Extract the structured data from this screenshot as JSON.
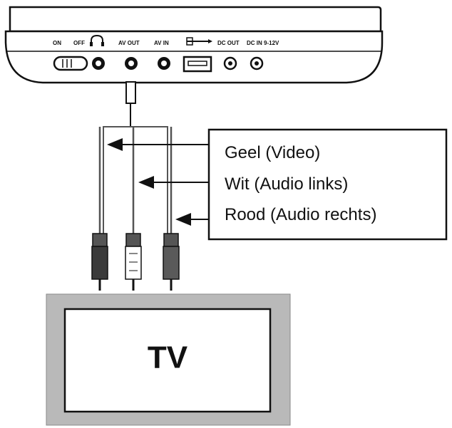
{
  "device": {
    "port_labels": {
      "on": "ON",
      "off": "OFF",
      "av_out": "AV OUT",
      "av_in": "AV IN",
      "dc_out": "DC OUT",
      "dc_in": "DC IN 9-12V"
    },
    "icons": [
      "power-switch-icon",
      "headphone-icon",
      "usb-icon"
    ]
  },
  "legend": {
    "items": [
      {
        "label": "Geel (Video)",
        "plug_color": "#3a3a3a"
      },
      {
        "label": "Wit (Audio links)",
        "plug_color": "#ffffff"
      },
      {
        "label": "Rood (Audio rechts)",
        "plug_color": "#5a5a5a"
      }
    ]
  },
  "tv": {
    "label": "TV",
    "frame_color": "#b9b9b9"
  }
}
